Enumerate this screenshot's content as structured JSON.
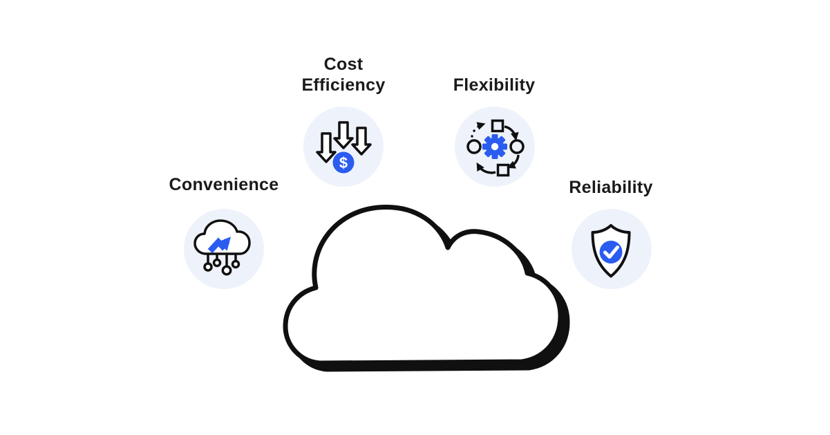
{
  "colors": {
    "accent": "#2b5cf0",
    "icon_background": "#eef2fb",
    "outline": "#101010",
    "text": "#1a1a1a",
    "page_background": "#ffffff"
  },
  "diagram": {
    "type": "infographic",
    "center": {
      "icon": "cloud-icon"
    },
    "features": [
      {
        "label": "Convenience",
        "icon": "cloud-network-growth-icon"
      },
      {
        "label": "Cost Efficiency",
        "icon": "cost-down-arrows-dollar-icon"
      },
      {
        "label": "Flexibility",
        "icon": "gear-process-cycle-icon"
      },
      {
        "label": "Reliability",
        "icon": "shield-check-icon"
      }
    ]
  }
}
